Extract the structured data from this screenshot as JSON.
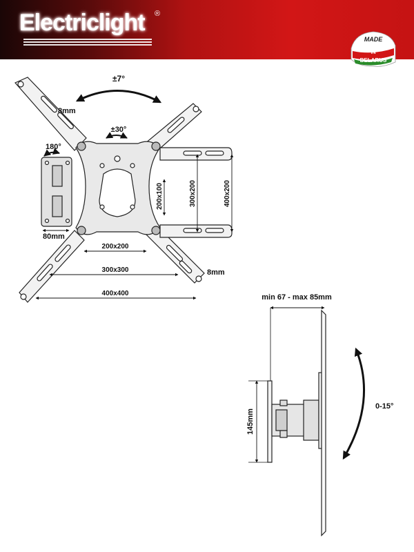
{
  "header": {
    "brand": "Electriclight",
    "registered": "®",
    "badge": {
      "line1": "MADE",
      "line2": "IN",
      "line3": "BELARUS"
    },
    "colors": {
      "red": "#d21616",
      "dark": "#1a0606",
      "green": "#2a8c2a"
    }
  },
  "front_view": {
    "tilt": "±7°",
    "rotate": "±30°",
    "swivel": "180°",
    "slot_top": "8mm",
    "slot_bottom": "8mm",
    "plate_width": "80mm",
    "v200x100": "200x100",
    "v300x200": "300x200",
    "v400x200": "400x200",
    "h200x200": "200x200",
    "h300x300": "300x300",
    "h400x400": "400x400"
  },
  "side_view": {
    "depth": "min 67 - max 85mm",
    "height": "145mm",
    "tilt_range": "0-15°"
  }
}
